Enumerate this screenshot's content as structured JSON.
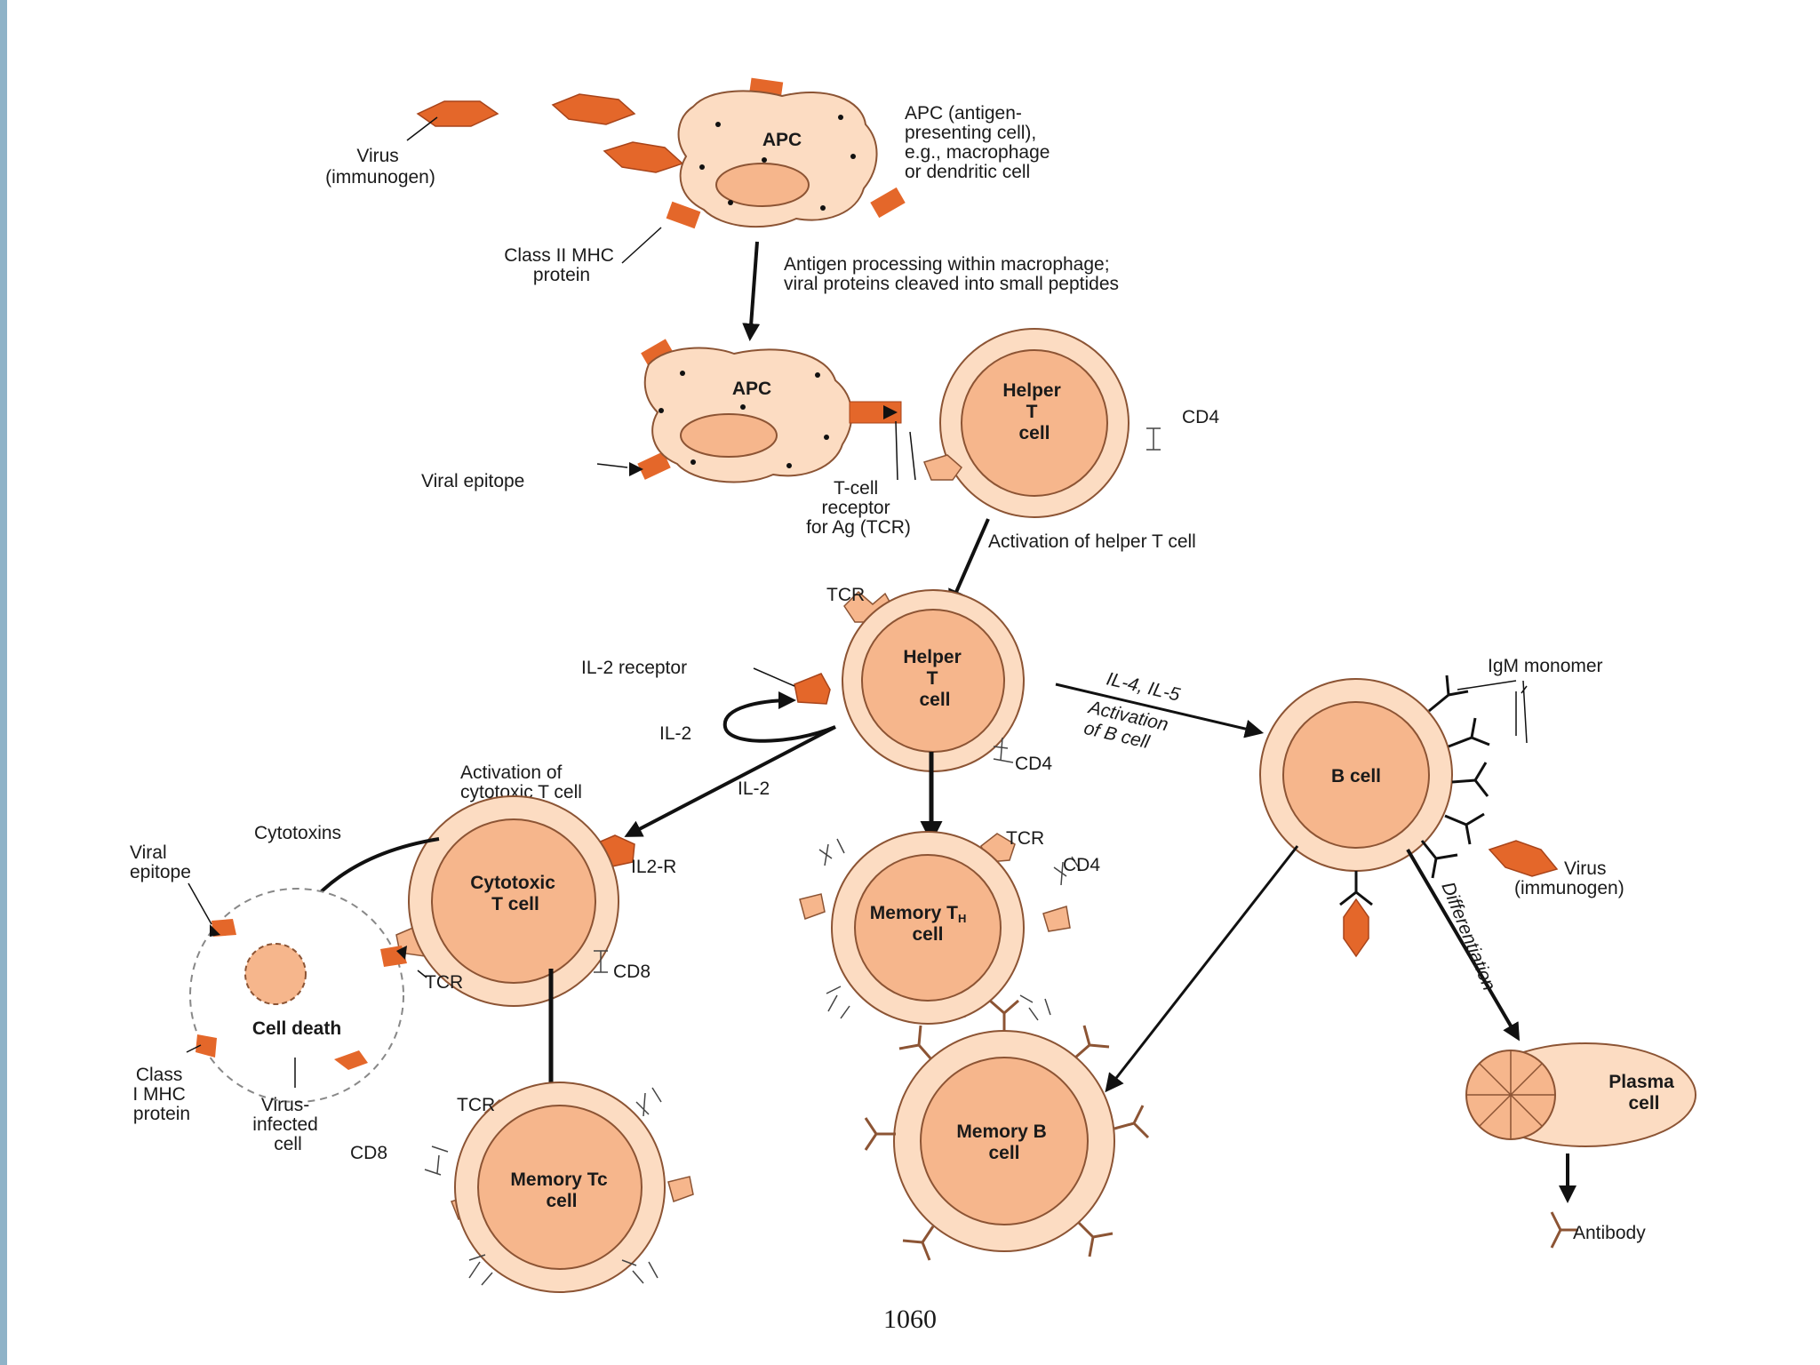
{
  "colors": {
    "cell_outer": "#fcdcc2",
    "cell_inner": "#f6b68c",
    "cell_stroke": "#8c5434",
    "antigen": "#e4672a",
    "arrow": "#111111"
  },
  "icons": [
    "virus-icon",
    "receptor-icon",
    "antibody-icon",
    "arrow-icon"
  ],
  "labels": {
    "virus_top": [
      "Virus",
      "(immunogen)"
    ],
    "apc_desc": [
      "APC (antigen-",
      "presenting cell),",
      "e.g., macrophage",
      "or dendritic cell"
    ],
    "class2_mhc": [
      "Class II MHC",
      "protein"
    ],
    "antigen_processing": [
      "Antigen processing within macrophage;",
      "viral proteins cleaved into small peptides"
    ],
    "viral_epitope_top": "Viral epitope",
    "tcr_receptor": [
      "T-cell",
      "receptor",
      "for Ag (TCR)"
    ],
    "cd4_top": "CD4",
    "activation_helper": "Activation of helper T cell",
    "tcr_helper": "TCR",
    "il2_receptor": "IL-2 receptor",
    "il2_loop": "IL-2",
    "il2_arrow": "IL-2",
    "cd4_helper": "CD4",
    "il4_il5": "IL-4, IL-5",
    "activation_b": [
      "Activation",
      "of B cell"
    ],
    "igm_monomer": "IgM monomer",
    "activation_cytotoxic": [
      "Activation of",
      "cytotoxic T cell"
    ],
    "cytotoxins": "Cytotoxins",
    "viral_epitope_left": [
      "Viral",
      "epitope"
    ],
    "il2r": "IL2-R",
    "tcr_cytotoxic": "TCR",
    "cd8_cytotoxic": "CD8",
    "cell_death": "Cell death",
    "class1_mhc": [
      "Class",
      "I MHC",
      "protein"
    ],
    "virus_infected": [
      "Virus-",
      "infected",
      "cell"
    ],
    "tcr_memory_tc": "TCR",
    "cd8_memory_tc": "CD8",
    "tcr_memory_th": "TCR",
    "cd4_memory_th": "CD4",
    "virus_right": [
      "Virus",
      "(immunogen)"
    ],
    "differentiation": "Differentiation",
    "antibody": "Antibody",
    "page_number": "1060"
  },
  "cells": {
    "apc1": "APC",
    "apc2": "APC",
    "helper_top": [
      "Helper",
      "T",
      "cell"
    ],
    "helper_mid": [
      "Helper",
      "T",
      "cell"
    ],
    "b_cell": "B cell",
    "cytotoxic": [
      "Cytotoxic",
      "T cell"
    ],
    "memory_th": [
      "Memory T",
      "H",
      "cell"
    ],
    "memory_tc": [
      "Memory Tc",
      "cell"
    ],
    "memory_b": [
      "Memory B",
      "cell"
    ],
    "plasma": [
      "Plasma",
      "cell"
    ]
  }
}
